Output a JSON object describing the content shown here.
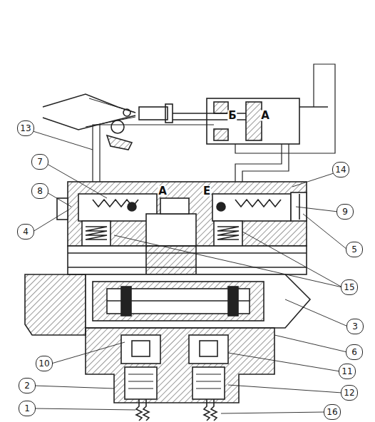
{
  "diagram": {
    "labels": [
      "Б",
      "А",
      "13",
      "7",
      "А",
      "Е",
      "14",
      "8",
      "9",
      "4",
      "5",
      "15",
      "3",
      "6",
      "10",
      "11",
      "12",
      "2",
      "1",
      "16"
    ]
  }
}
